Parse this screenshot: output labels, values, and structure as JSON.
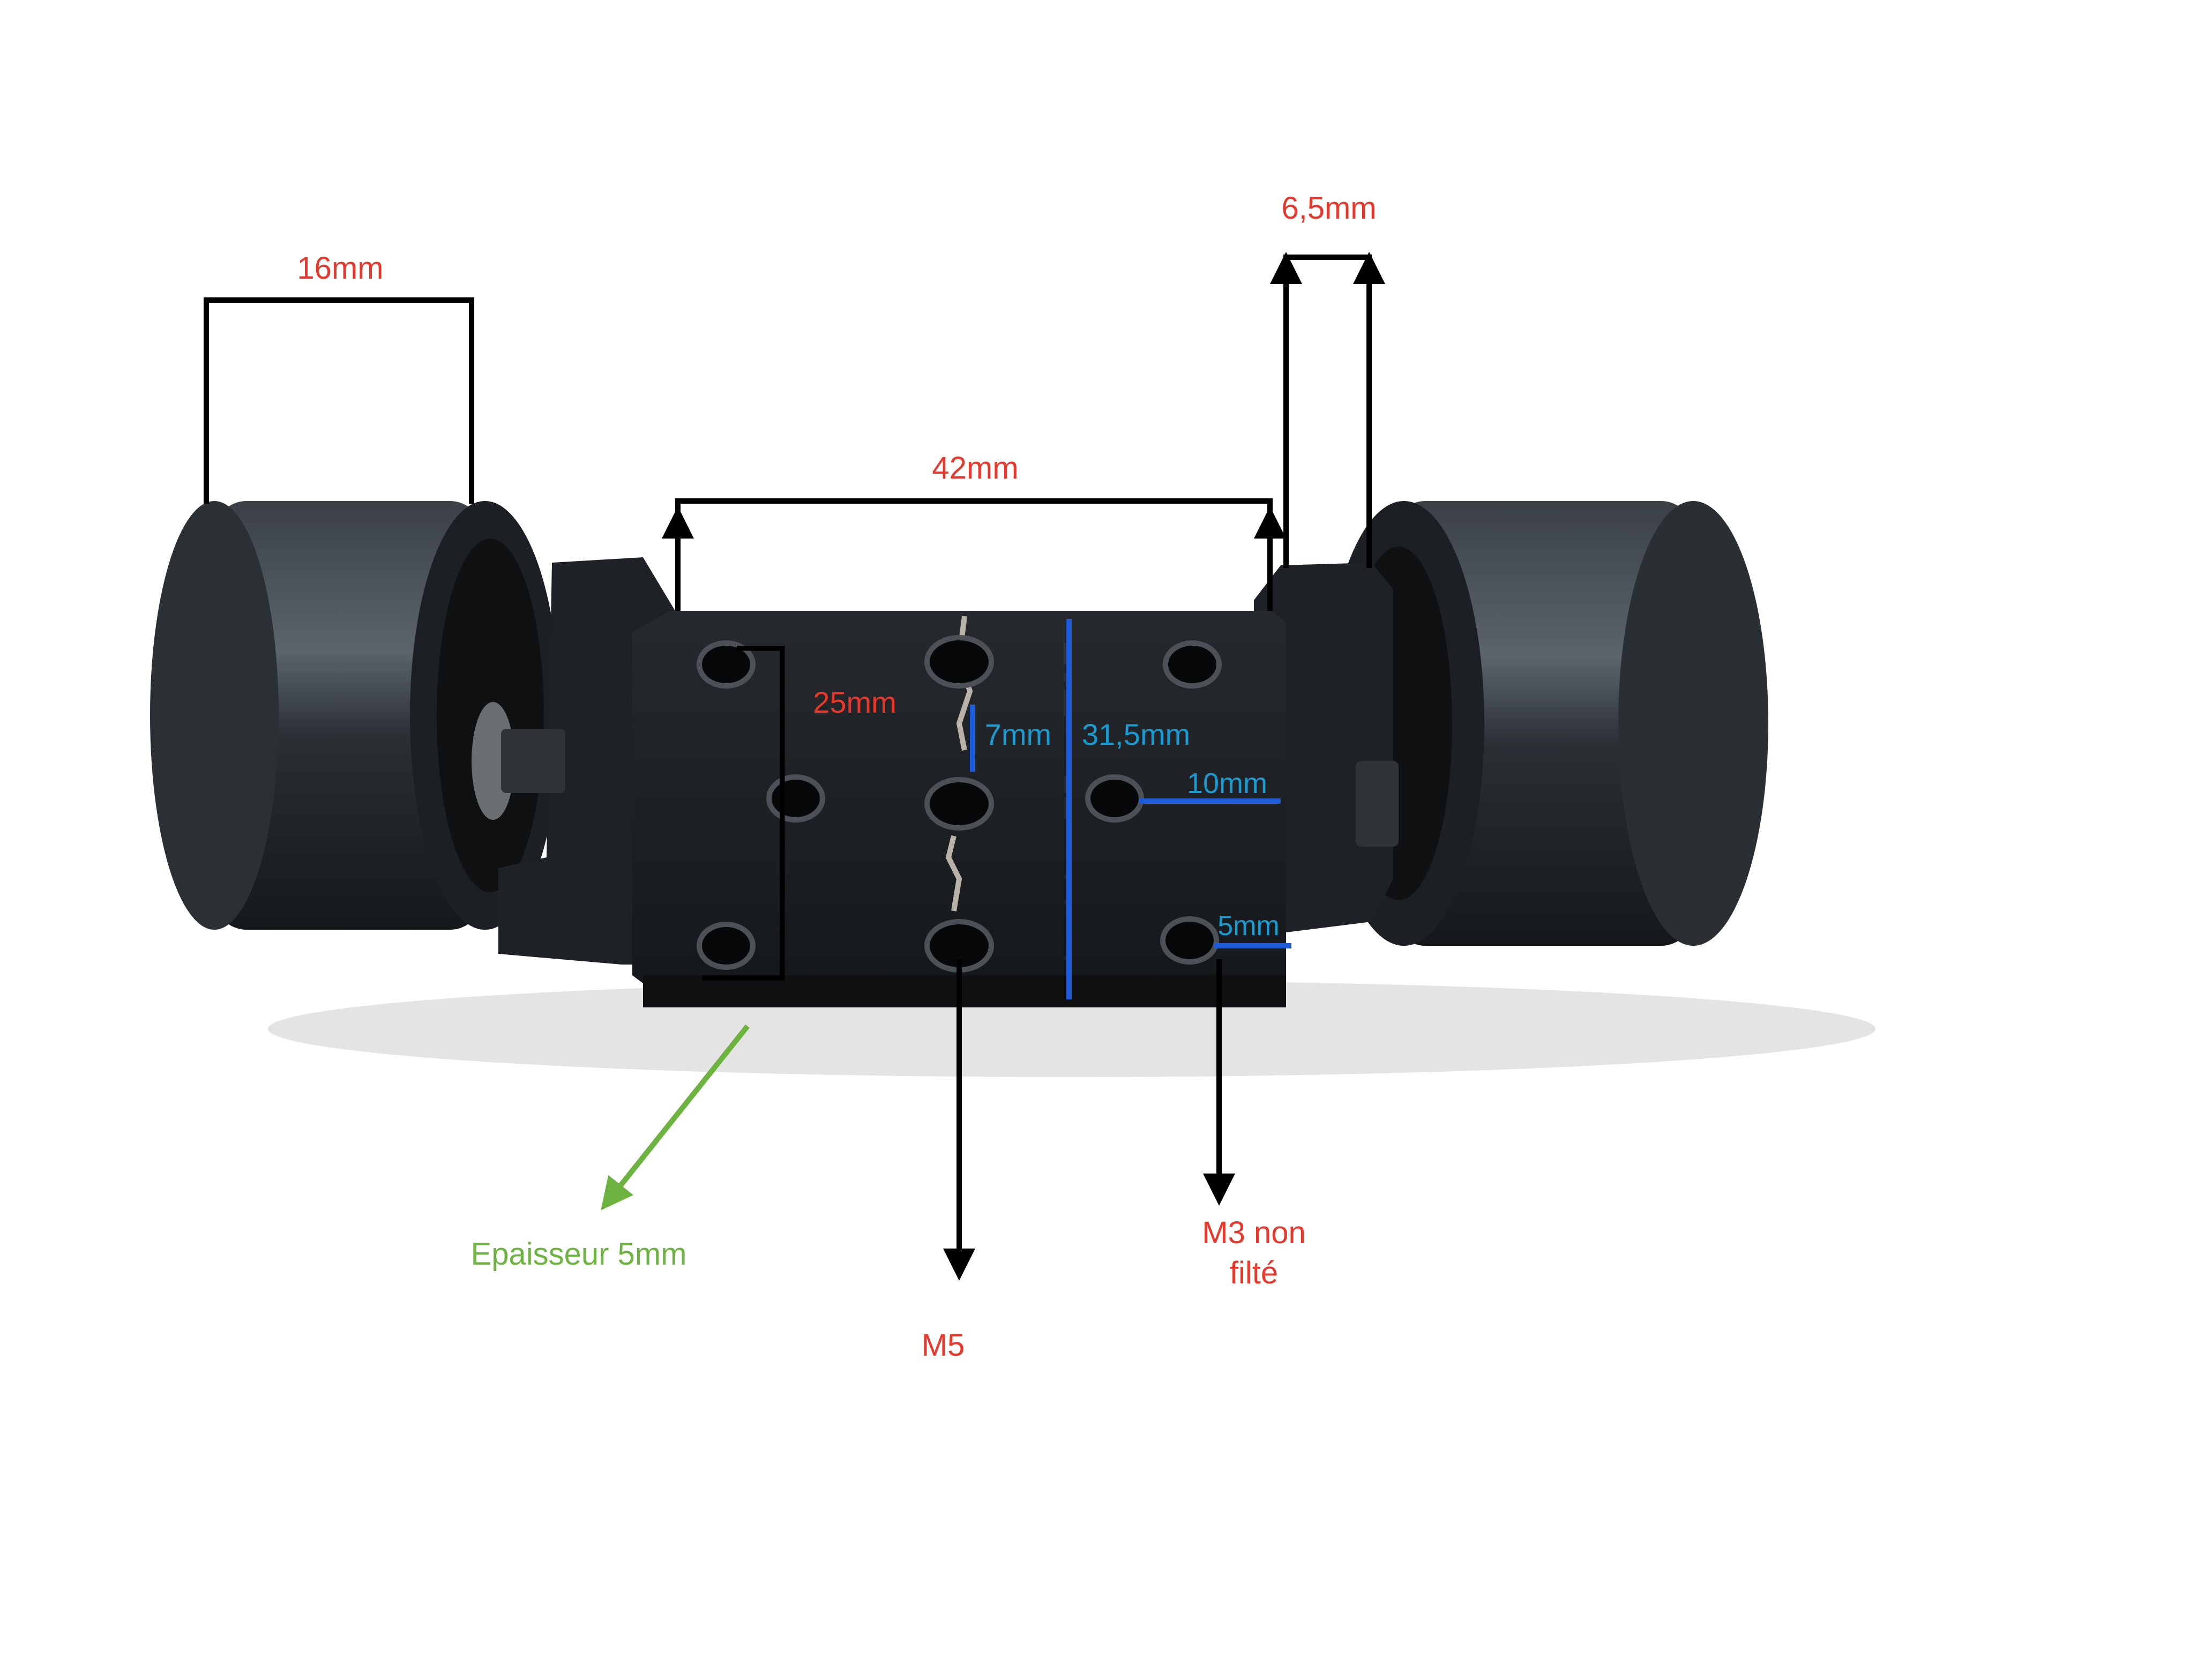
{
  "labels": {
    "cylinder_width": "16mm",
    "tab_width": "6,5mm",
    "plate_length": "42mm",
    "hole_spacing_left": "25mm",
    "hole_pitch": "7mm",
    "plate_width": "31,5mm",
    "hole_offset_10": "10mm",
    "hole_offset_5": "5mm",
    "thickness": "Epaisseur 5mm",
    "m5": "M5",
    "m3_line1": "M3 non",
    "m3_line2": "filté"
  },
  "colors": {
    "dimension_red": "#e8372b",
    "dimension_blue": "#1e5bd8",
    "dimension_cyan": "#1a9bd1",
    "note_green": "#6db33f",
    "line_black": "#000000",
    "part_metal": "#1b1e22"
  }
}
